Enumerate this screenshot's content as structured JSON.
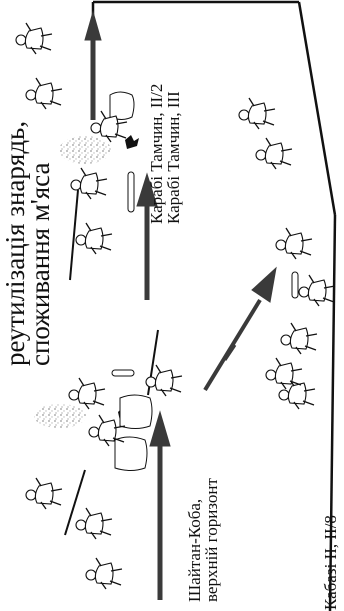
{
  "labels": {
    "main_caption": "реутилізація знарядь,\nспоживання м'яса",
    "karabi": "Карабі Тамчин, II/2\nКарабі Тамчин, III",
    "shaitan": "Шайтан-Коба,\nверхній горизонт",
    "kabazi": "Кабазі II, II/8"
  },
  "colors": {
    "ink": "#111111",
    "arrow": "#3a3a3a",
    "figure_fill": "#ffffff",
    "smoke": "#9a9a9a"
  },
  "icons": [
    "human-figure-icon",
    "smoke-icon",
    "bone-icon",
    "meat-pile-icon",
    "spear-icon",
    "fire-icon"
  ]
}
